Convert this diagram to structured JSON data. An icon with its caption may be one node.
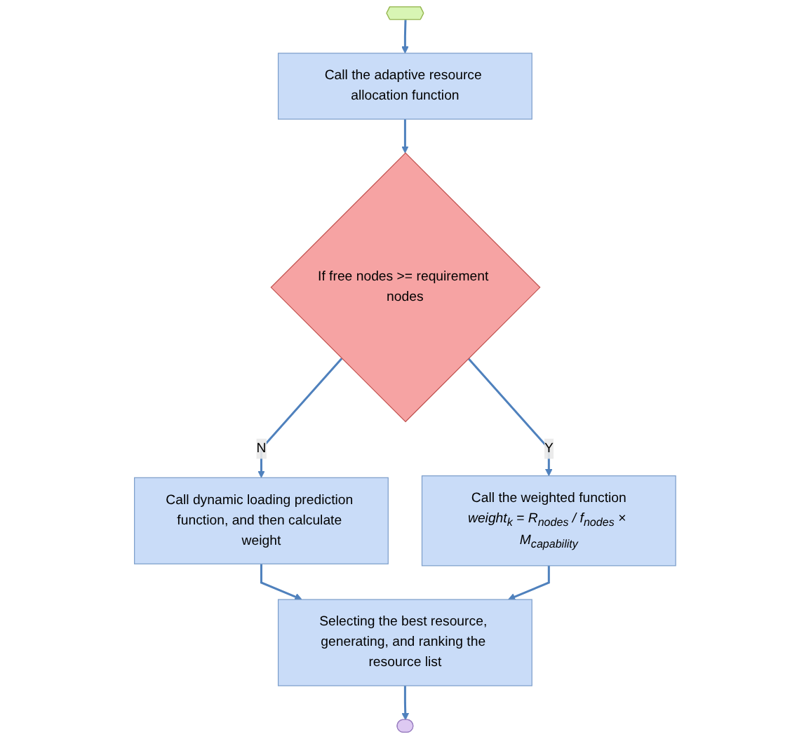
{
  "diagram": {
    "nodes": [
      {
        "text": [],
        "shape": "hexagon"
      },
      {
        "text": [
          "Call the adaptive resource allocation function"
        ]
      },
      {
        "text": [
          "If free nodes >= requirement nodes"
        ]
      },
      {
        "text": [
          "Call dynamic loading prediction function, and then calculate weight"
        ]
      },
      {
        "text": [
          "Call the weighted function",
          "weight$_{k}$ = R$_{nodes}$ / f$_{nodes}$ × M$_{capability}$"
        ]
      },
      {
        "text": [
          "Selecting the best resource, generating, and ranking the resource list"
        ]
      },
      {
        "text": [],
        "shape": "stadium"
      }
    ],
    "edges": [
      {
        "from": 0,
        "to": 1,
        "arrow": "to"
      },
      {
        "from": 1,
        "to": 2,
        "arrow": "to"
      },
      {
        "from": 2,
        "to": 3,
        "arrow": "to",
        "label": "N"
      },
      {
        "from": 2,
        "to": 4,
        "arrow": "to",
        "label": "Y"
      },
      {
        "from": 3,
        "to": 5,
        "arrow": "to"
      },
      {
        "from": 4,
        "to": 5,
        "arrow": "to"
      },
      {
        "from": 5,
        "to": 6,
        "arrow": "to"
      }
    ]
  }
}
